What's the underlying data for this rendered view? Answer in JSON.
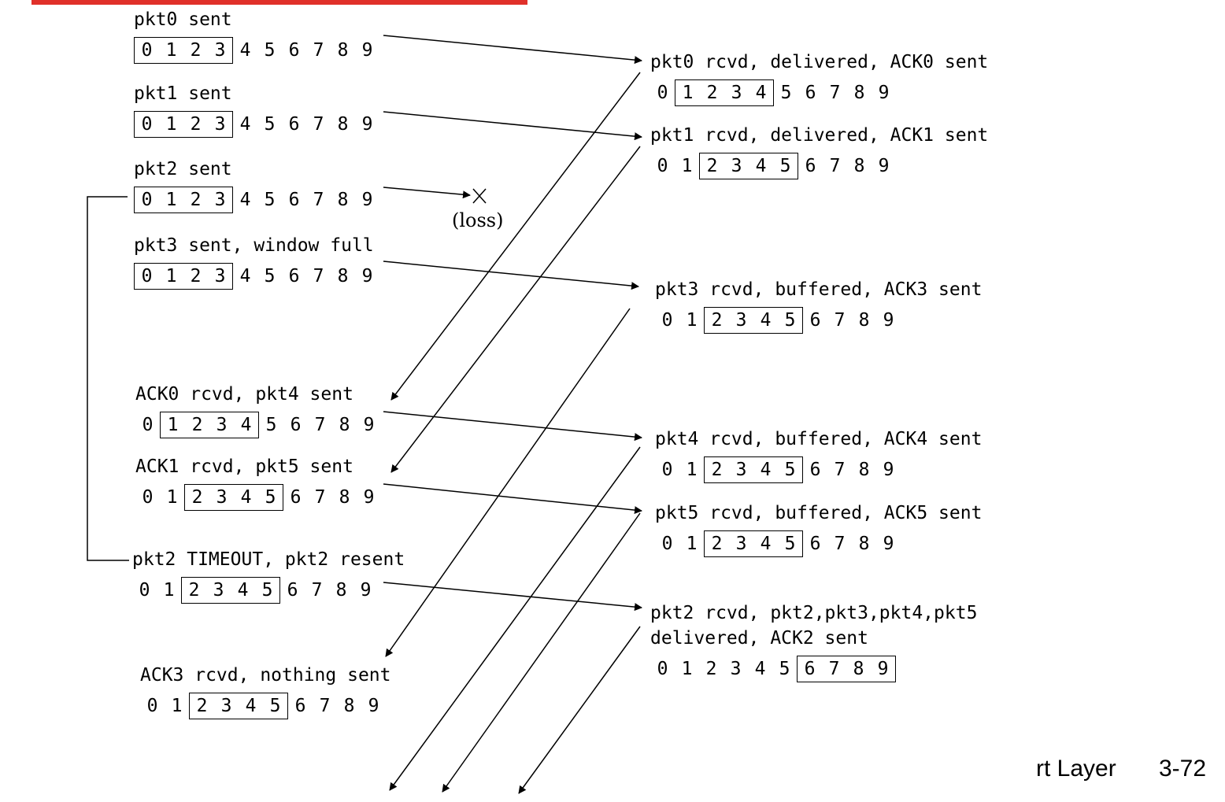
{
  "accent_color": "#e0302a",
  "sender": {
    "pkt0_sent": {
      "label": "pkt0 sent",
      "pre": [],
      "win": [
        "0",
        "1",
        "2",
        "3"
      ],
      "post": [
        "4",
        "5",
        "6",
        "7",
        "8",
        "9"
      ]
    },
    "pkt1_sent": {
      "label": "pkt1 sent",
      "pre": [],
      "win": [
        "0",
        "1",
        "2",
        "3"
      ],
      "post": [
        "4",
        "5",
        "6",
        "7",
        "8",
        "9"
      ]
    },
    "pkt2_sent": {
      "label": "pkt2 sent",
      "pre": [],
      "win": [
        "0",
        "1",
        "2",
        "3"
      ],
      "post": [
        "4",
        "5",
        "6",
        "7",
        "8",
        "9"
      ]
    },
    "pkt3_sent": {
      "label": "pkt3 sent, window full",
      "pre": [],
      "win": [
        "0",
        "1",
        "2",
        "3"
      ],
      "post": [
        "4",
        "5",
        "6",
        "7",
        "8",
        "9"
      ]
    },
    "ack0_rcvd": {
      "label": "ACK0 rcvd, pkt4 sent",
      "pre": [
        "0"
      ],
      "win": [
        "1",
        "2",
        "3",
        "4"
      ],
      "post": [
        "5",
        "6",
        "7",
        "8",
        "9"
      ]
    },
    "ack1_rcvd": {
      "label": "ACK1 rcvd, pkt5 sent",
      "pre": [
        "0",
        "1"
      ],
      "win": [
        "2",
        "3",
        "4",
        "5"
      ],
      "post": [
        "6",
        "7",
        "8",
        "9"
      ]
    },
    "pkt2_timeout": {
      "label": "pkt2 TIMEOUT, pkt2 resent",
      "pre": [
        "0",
        "1"
      ],
      "win": [
        "2",
        "3",
        "4",
        "5"
      ],
      "post": [
        "6",
        "7",
        "8",
        "9"
      ]
    },
    "ack3_rcvd": {
      "label": "ACK3 rcvd, nothing sent",
      "pre": [
        "0",
        "1"
      ],
      "win": [
        "2",
        "3",
        "4",
        "5"
      ],
      "post": [
        "6",
        "7",
        "8",
        "9"
      ]
    }
  },
  "receiver": {
    "pkt0_rcvd": {
      "label": "pkt0 rcvd, delivered, ACK0 sent",
      "pre": [
        "0"
      ],
      "win": [
        "1",
        "2",
        "3",
        "4"
      ],
      "post": [
        "5",
        "6",
        "7",
        "8",
        "9"
      ]
    },
    "pkt1_rcvd": {
      "label": "pkt1 rcvd, delivered, ACK1 sent",
      "pre": [
        "0",
        "1"
      ],
      "win": [
        "2",
        "3",
        "4",
        "5"
      ],
      "post": [
        "6",
        "7",
        "8",
        "9"
      ]
    },
    "pkt3_rcvd": {
      "label": "pkt3 rcvd, buffered, ACK3 sent",
      "pre": [
        "0",
        "1"
      ],
      "win": [
        "2",
        "3",
        "4",
        "5"
      ],
      "post": [
        "6",
        "7",
        "8",
        "9"
      ]
    },
    "pkt4_rcvd": {
      "label": "pkt4 rcvd, buffered, ACK4 sent",
      "pre": [
        "0",
        "1"
      ],
      "win": [
        "2",
        "3",
        "4",
        "5"
      ],
      "post": [
        "6",
        "7",
        "8",
        "9"
      ]
    },
    "pkt5_rcvd": {
      "label": "pkt5 rcvd, buffered, ACK5 sent",
      "pre": [
        "0",
        "1"
      ],
      "win": [
        "2",
        "3",
        "4",
        "5"
      ],
      "post": [
        "6",
        "7",
        "8",
        "9"
      ]
    },
    "pkt2_rcvd": {
      "label": "pkt2 rcvd, pkt2,pkt3,pkt4,pkt5",
      "label2": "delivered, ACK2 sent",
      "pre": [
        "0",
        "1",
        "2",
        "3",
        "4",
        "5"
      ],
      "win": [
        "6",
        "7",
        "8",
        "9"
      ],
      "post": []
    }
  },
  "loss_label": "(loss)",
  "footer": {
    "title_fragment": "rt Layer",
    "slide_number": "3-72"
  }
}
